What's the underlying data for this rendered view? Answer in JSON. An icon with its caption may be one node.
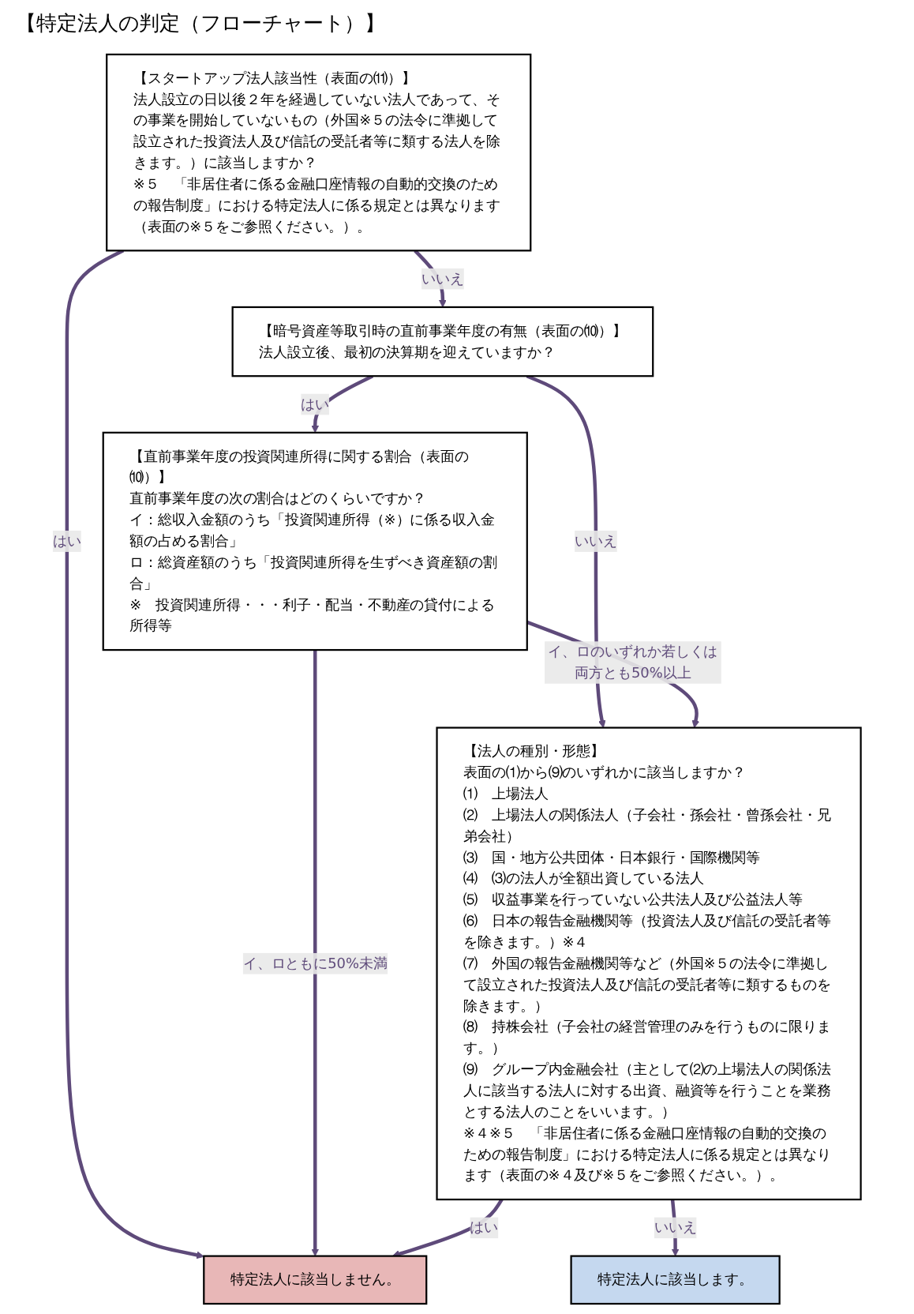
{
  "diagram": {
    "title": "【特定法人の判定（フローチャート）】",
    "nodes": [
      {
        "text": [
          "【スタートアップ法人該当性（表面の⑾）】",
          "法人設立の日以後２年を経過していない法人であって、その事業を開始していないもの（外国※５の法令に準拠して設立された投資法人及び信託の受託者等に類する法人を除きます。）に該当しますか？",
          "※５　「非居住者に係る金融口座情報の自動的交換のための報告制度」における特定法人に係る規定とは異なります（表面の※５をご参照ください。）。"
        ]
      },
      {
        "text": [
          "【暗号資産等取引時の直前事業年度の有無（表面の⑽）】",
          "法人設立後、最初の決算期を迎えていますか？"
        ]
      },
      {
        "text": [
          "【直前事業年度の投資関連所得に関する割合（表面の⑽）】",
          "直前事業年度の次の割合はどのくらいですか？",
          "イ：総収入金額のうち「投資関連所得（※）に係る収入金額の占める割合」",
          "ロ：総資産額のうち「投資関連所得を生ずべき資産額の割合」",
          "※　投資関連所得・・・利子・配当・不動産の貸付による所得等"
        ]
      },
      {
        "text": [
          "【法人の種別・形態】",
          "表面の⑴から⑼のいずれかに該当しますか？",
          "⑴　上場法人",
          "⑵　上場法人の関係法人（子会社・孫会社・曾孫会社・兄弟会社）",
          "⑶　国・地方公共団体・日本銀行・国際機関等",
          "⑷　⑶の法人が全額出資している法人",
          "⑸　収益事業を行っていない公共法人及び公益法人等",
          "⑹　日本の報告金融機関等（投資法人及び信託の受託者等を除きます。）※４",
          "⑺　外国の報告金融機関等など（外国※５の法令に準拠して設立された投資法人及び信託の受託者等に類するものを除きます。）",
          "⑻　持株会社（子会社の経営管理のみを行うものに限ります。）",
          "⑼　グループ内金融会社（主として⑵の上場法人の関係法人に該当する法人に対する出資、融資等を行うことを業務とする法人のことをいいます。）",
          "※４※５　「非居住者に係る金融口座情報の自動的交換のための報告制度」における特定法人に係る規定とは異なります（表面の※４及び※５をご参照ください。）。"
        ]
      },
      {
        "text": [
          "特定法人に該当します。"
        ]
      },
      {
        "text": [
          "特定法人に該当しません。"
        ]
      }
    ],
    "edges": [
      {
        "from": 0,
        "to": 1,
        "arrow": "to",
        "label": "いいえ"
      },
      {
        "from": 0,
        "to": 5,
        "arrow": "to",
        "label": "はい"
      },
      {
        "from": 1,
        "to": 2,
        "arrow": "to",
        "label": "はい"
      },
      {
        "from": 1,
        "to": 3,
        "arrow": "to",
        "label": "いいえ"
      },
      {
        "from": 2,
        "to": 5,
        "arrow": "to",
        "label": "イ、ロともに50%未満"
      },
      {
        "from": 2,
        "to": 3,
        "arrow": "to",
        "label": "イ、ロのいずれか若しくは両方とも50%以上"
      },
      {
        "from": 3,
        "to": 5,
        "arrow": "to",
        "label": "はい"
      },
      {
        "from": 3,
        "to": 4,
        "arrow": "to",
        "label": "いいえ"
      }
    ]
  }
}
